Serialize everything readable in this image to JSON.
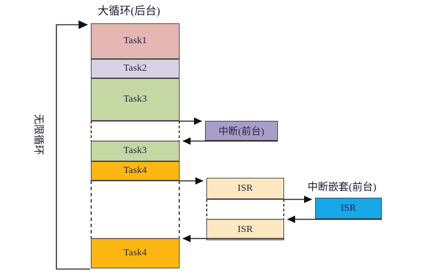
{
  "diagram": {
    "title_main_loop": "大循环(后台)",
    "label_infinite_loop": "无限循环",
    "label_interrupt_foreground": "中断(前台)",
    "label_nested_interrupt_foreground": "中断嵌套(前台)",
    "colors": {
      "task1": "#E5B6B2",
      "task2": "#D8D2E4",
      "task3": "#C5D7A3",
      "task4": "#FCB712",
      "interrupt": "#A89CC8",
      "isr": "#FBE8C0",
      "nested_isr": "#18A7E8",
      "stroke": "#4a4a4a",
      "text": "#1f2440"
    },
    "main_column": {
      "blocks": [
        {
          "label": "Task1",
          "color_key": "task1"
        },
        {
          "label": "Task2",
          "color_key": "task2"
        },
        {
          "label": "Task3",
          "color_key": "task3"
        },
        {
          "label": "Task3",
          "color_key": "task3"
        },
        {
          "label": "Task4",
          "color_key": "task4"
        },
        {
          "label": "Task4",
          "color_key": "task4"
        }
      ]
    },
    "isr_column": {
      "blocks": [
        {
          "label": "ISR"
        },
        {
          "label": "ISR"
        }
      ]
    },
    "nested_column": {
      "blocks": [
        {
          "label": "ISR"
        }
      ]
    }
  }
}
